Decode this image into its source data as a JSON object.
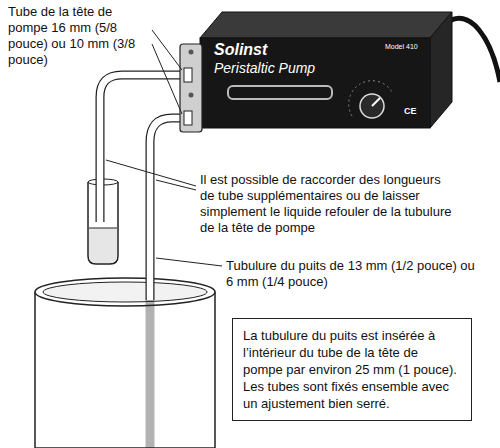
{
  "diagram": {
    "nodes": [
      {
        "text": [
          "La tubulure du puits est insérée à l’intérieur du tube de la tête de pompe par environ 25 mm (1 pouce). Les tubes sont fixés ensemble avec un ajustement bien serré."
        ]
      }
    ],
    "labels": [
      "Tube de la tête de pompe 16 mm (5/8 pouce) ou 10 mm (3/8 pouce)",
      "Il est possible de raccorder des longueurs de tube supplémentaires ou de laisser simplement le liquide refouler de la tubulure de la tête de pompe",
      "Tubulure du puits de 13 mm (1/2 pouce) ou 6 mm (1/4 pouce)",
      "Solinst",
      "Peristaltic Pump",
      "Model 410",
      "CE"
    ]
  }
}
